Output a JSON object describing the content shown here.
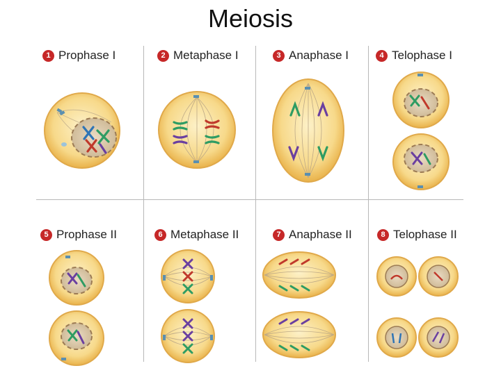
{
  "title": "Meiosis",
  "stages": [
    {
      "number": "1",
      "label": "Prophase I"
    },
    {
      "number": "2",
      "label": "Metaphase I"
    },
    {
      "number": "3",
      "label": "Anaphase I"
    },
    {
      "number": "4",
      "label": "Telophase I"
    },
    {
      "number": "5",
      "label": "Prophase II"
    },
    {
      "number": "6",
      "label": "Metaphase II"
    },
    {
      "number": "7",
      "label": "Anaphase II"
    },
    {
      "number": "8",
      "label": "Telophase II"
    }
  ],
  "colors": {
    "cytoplasm": "#f7d98a",
    "cell_edge": "#e9b24a",
    "nucleus": "#d9c7a8",
    "spindle": "#b9a888",
    "centriole": "#5a8fb0",
    "chrom_red": "#c0392b",
    "chrom_green": "#2e9c63",
    "chrom_purple": "#6a3fa0",
    "chrom_blue": "#2f74b5"
  }
}
